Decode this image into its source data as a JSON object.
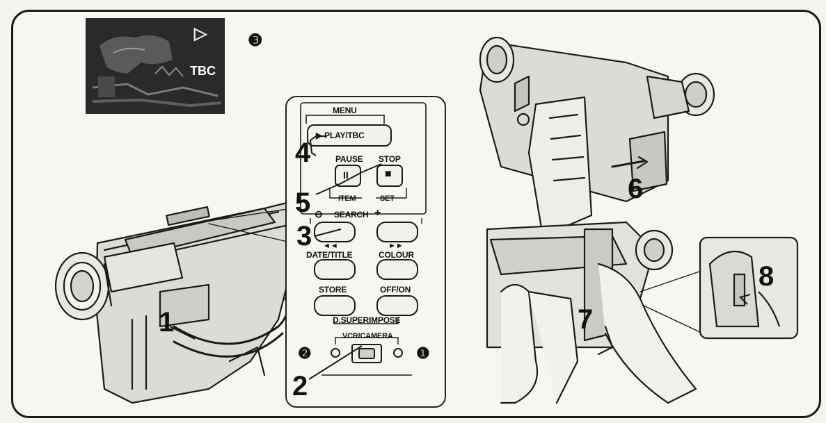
{
  "screen": {
    "play_glyph": "▷",
    "tbc_text": "TBC",
    "callout": "❸"
  },
  "panel": {
    "menu": "MENU",
    "play_tbc": "▶ PLAY/TBC",
    "pause": "PAUSE",
    "stop": "STOP",
    "pause_glyph": "II",
    "stop_glyph": "■",
    "item": "ITEM",
    "set": "SET",
    "search_minus_icon": "⊖",
    "search": "SEARCH",
    "search_plus": "+",
    "rew_glyph": "◄◄",
    "ff_glyph": "►►",
    "date_title": "DATE/TITLE",
    "colour": "COLOUR",
    "store": "STORE",
    "off_on": "OFF/ON",
    "d_superimpose": "D.SUPERIMPOSE",
    "vcr_camera": "VCR/CAMERA",
    "mark_left": "❷",
    "mark_right": "❶"
  },
  "steps": {
    "s1": "1",
    "s2": "2",
    "s3": "3",
    "s4": "4",
    "s5": "5",
    "s6": "6",
    "s7": "7",
    "s8": "8"
  }
}
